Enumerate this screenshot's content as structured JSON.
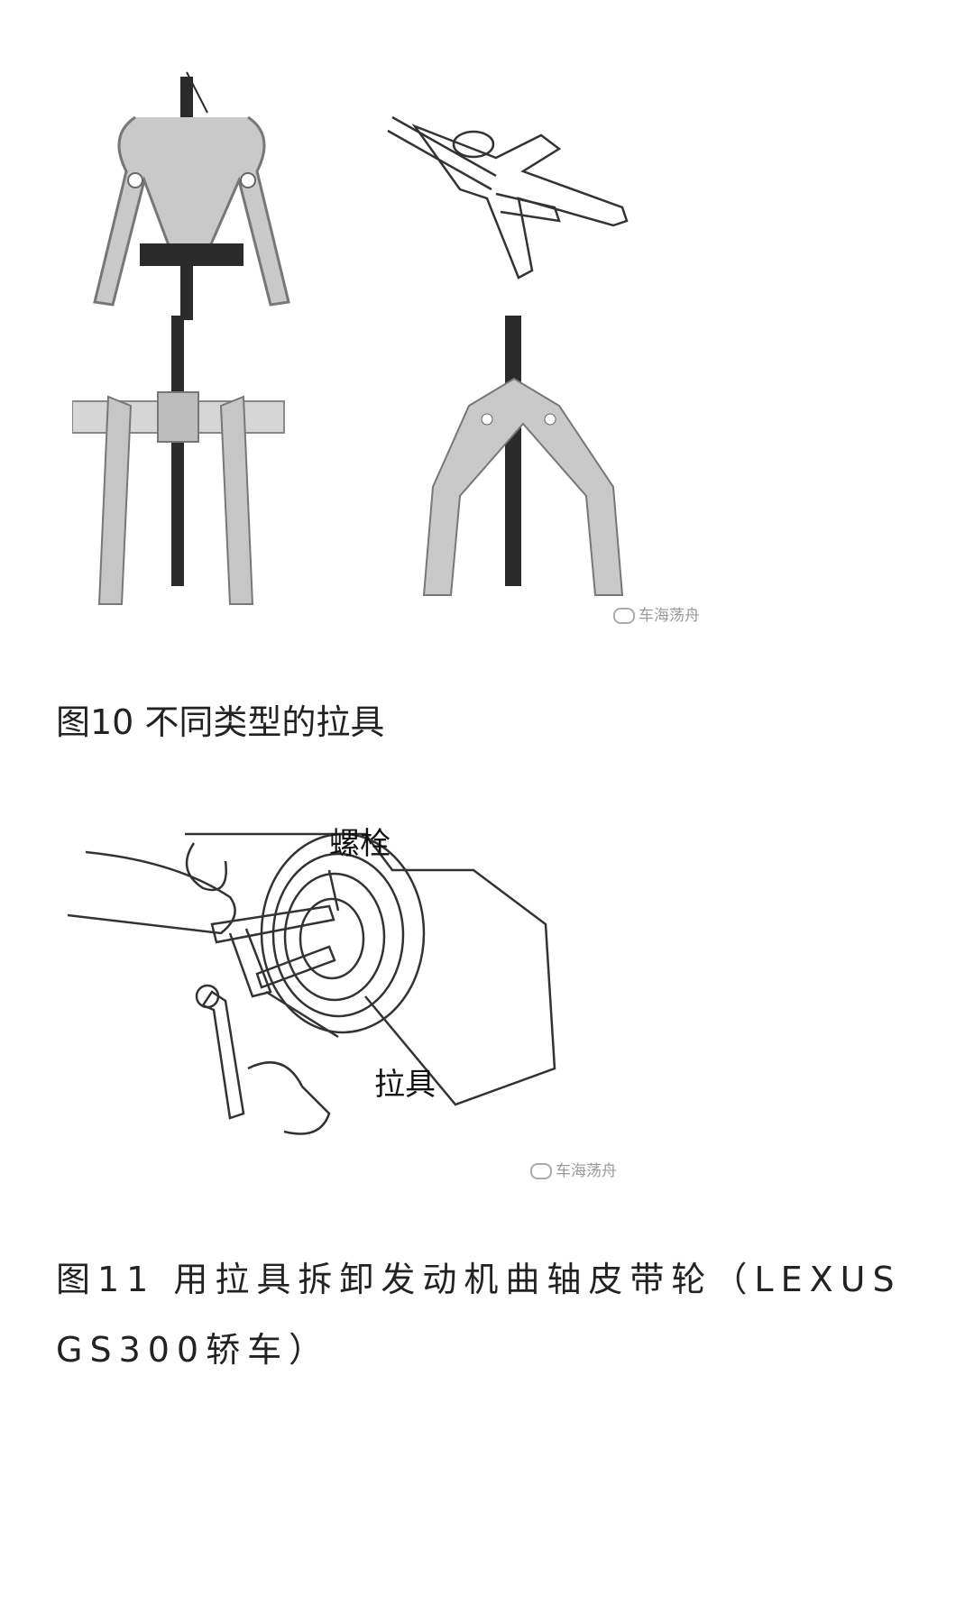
{
  "figure10": {
    "caption": "图10 不同类型的拉具",
    "watermark": "车海荡舟"
  },
  "figure11": {
    "caption": "图11 用拉具拆卸发动机曲轴皮带轮（LEXUS GS300轿车）",
    "label_bolt": "螺栓",
    "label_puller": "拉具",
    "watermark": "车海荡舟"
  },
  "colors": {
    "metal": "#b8b8b8",
    "bolt": "#2b2b2b",
    "line": "#333333"
  }
}
